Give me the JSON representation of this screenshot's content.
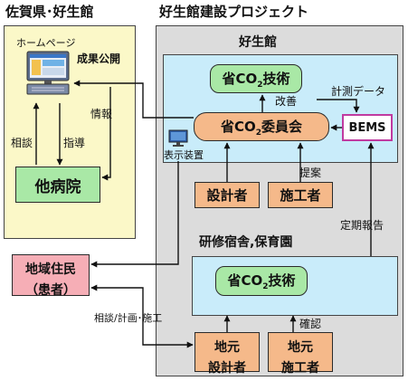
{
  "left_title": "佐賀県･好生館",
  "right_title": "好生館建設プロジェクト",
  "homepage": {
    "label": "ホームページ",
    "result_label": "成果公開",
    "info_label": "情報"
  },
  "flows": {
    "consult": "相談",
    "guidance": "指導",
    "measurement": "計測データ",
    "improve": "改善",
    "proposal": "提案",
    "periodic_report": "定期報告",
    "consult_plan_build": "相談/計画･施工",
    "confirm": "確認"
  },
  "other_hospital": "他病院",
  "resident": {
    "line1": "地域住民",
    "line2": "（患者）"
  },
  "koseikan": {
    "title": "好生館",
    "co2_tech": {
      "pre": "省CO",
      "sub": "2",
      "post": "技術"
    },
    "committee": {
      "pre": "省CO",
      "sub": "2",
      "post": "委員会"
    },
    "bems": "BEMS",
    "display_device": "表示装置",
    "designer": "設計者",
    "builder": "施工者"
  },
  "training": {
    "title": "研修宿舎,保育園",
    "co2_tech": {
      "pre": "省CO",
      "sub": "2",
      "post": "技術"
    },
    "local_designer": {
      "line1": "地元",
      "line2": "設計者"
    },
    "local_builder": {
      "line1": "地元",
      "line2": "施工者"
    }
  },
  "colors": {
    "left_panel": "#fbf8c8",
    "right_panel": "#dcdcdc",
    "inner_panel": "#c9ecfa",
    "green_box": "#a9e8a6",
    "orange_box": "#f5b98a",
    "pink_box": "#f6aeb6",
    "bems_border": "#c03aa0"
  },
  "icons": [
    "computer-icon",
    "monitor-icon"
  ]
}
